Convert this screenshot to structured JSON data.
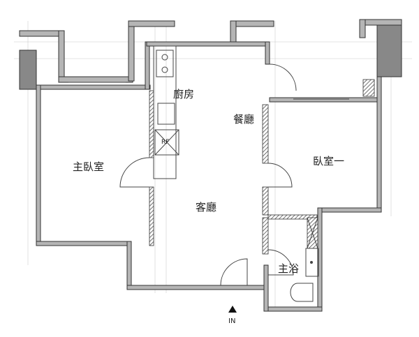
{
  "rooms": {
    "kitchen": "廚房",
    "dining": "餐廳",
    "master_bedroom": "主臥室",
    "living_room": "客廳",
    "bedroom_one": "臥室一",
    "master_bath": "主浴"
  },
  "fridge_label": "RF",
  "entrance_label": "IN",
  "colors": {
    "wall_fill": "#b5b5b5",
    "wall_line": "#333333",
    "line": "#555555"
  }
}
